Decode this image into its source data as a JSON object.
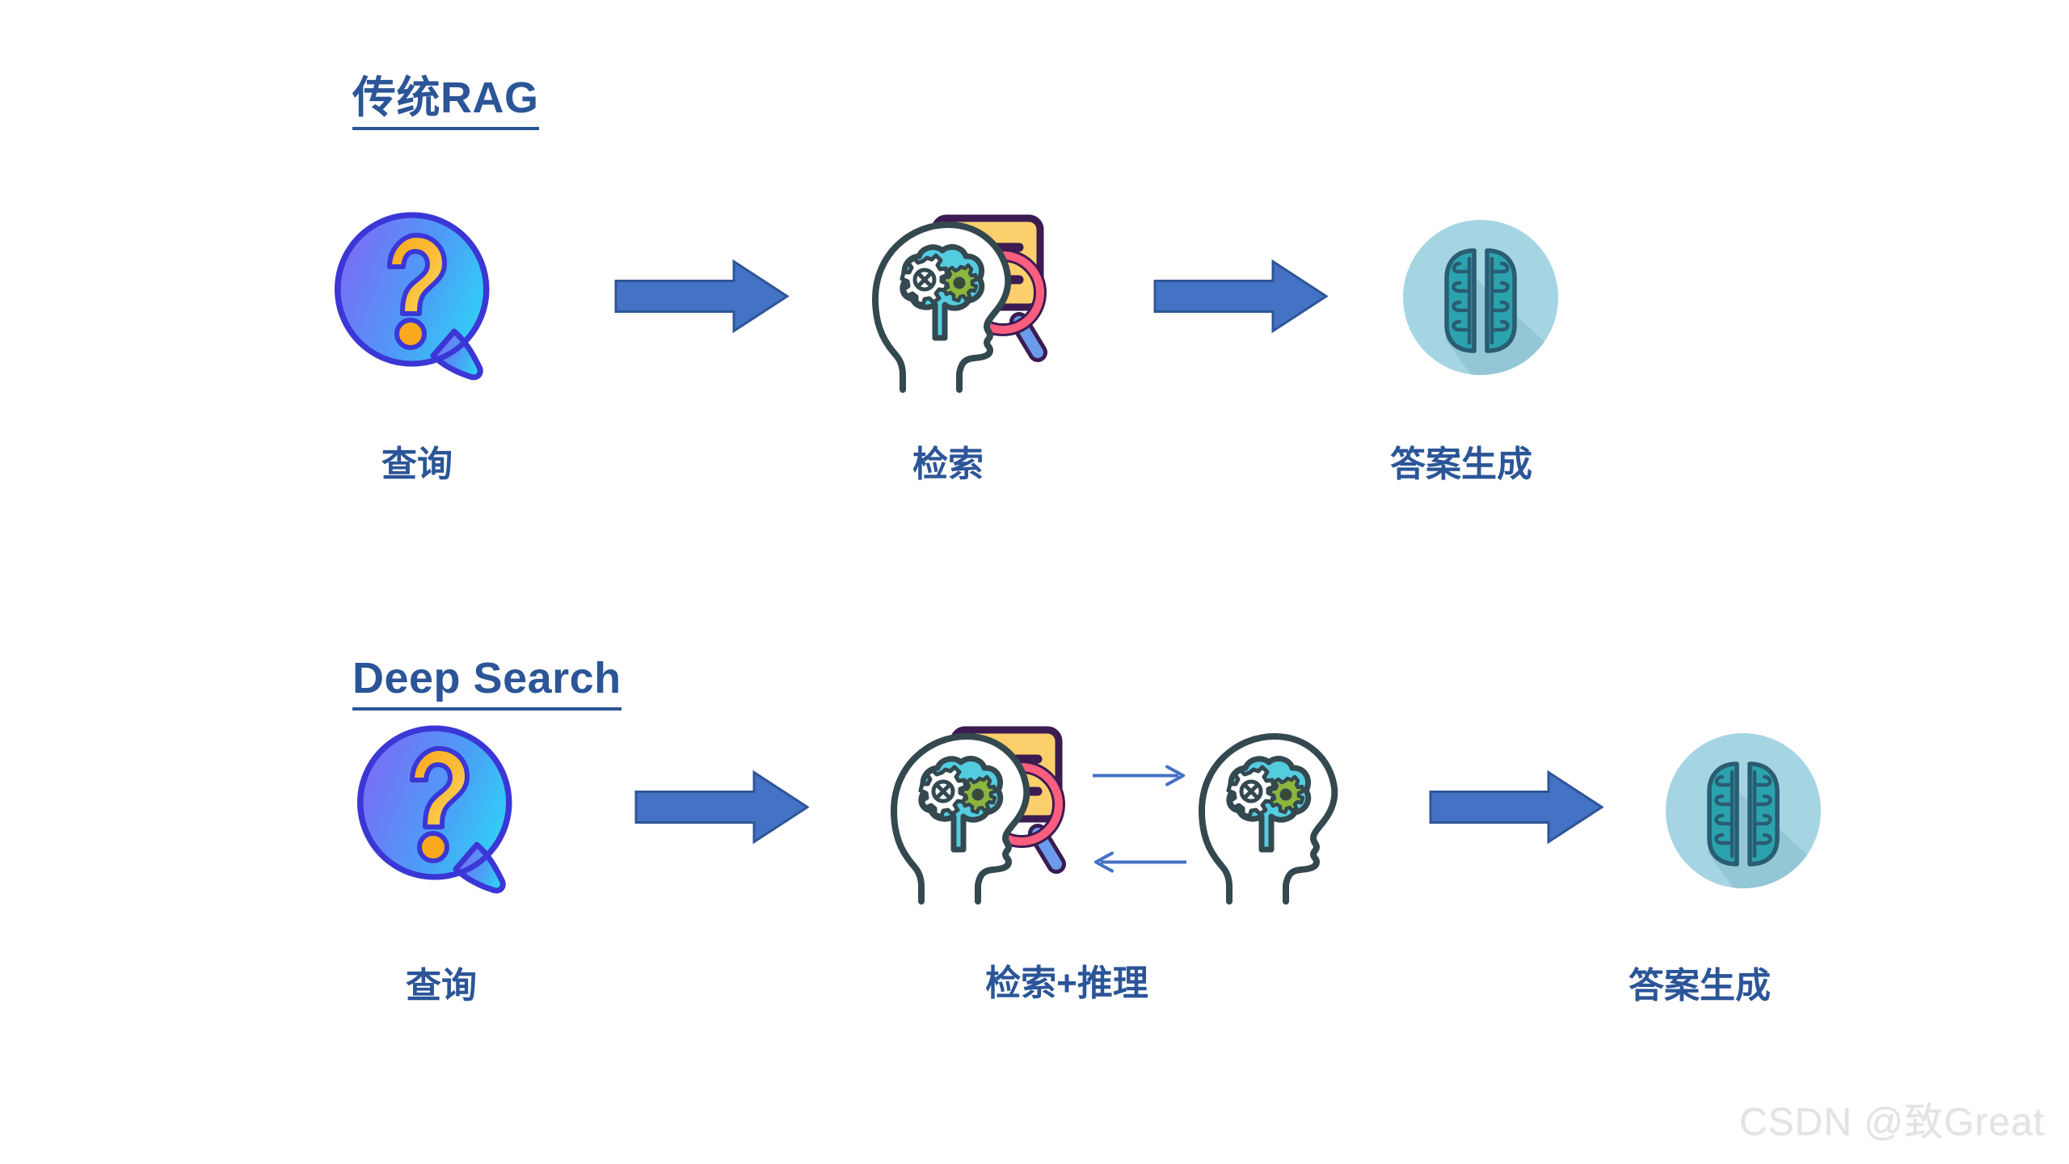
{
  "page": {
    "background": "#ffffff",
    "accent_blue": "#2B5597",
    "arrow_blue": "#4472C4",
    "arrow_blue_stroke": "#2F5597",
    "thin_arrow_blue": "#4472C4"
  },
  "rows": [
    {
      "id": "traditional-rag",
      "title": "传统RAG",
      "stages": [
        {
          "id": "query",
          "label": "查询",
          "icon": "question-bubble-icon"
        },
        {
          "id": "retrieval",
          "label": "检索",
          "icon": "retrieval-head-search-icon"
        },
        {
          "id": "answer",
          "label": "答案生成",
          "icon": "brain-circle-icon"
        }
      ]
    },
    {
      "id": "deep-search",
      "title": "Deep Search",
      "stages": [
        {
          "id": "query",
          "label": "查询",
          "icon": "question-bubble-icon"
        },
        {
          "id": "retrieval-reasoning",
          "label": "检索+推理",
          "icon": "retrieval-head-search-icon"
        },
        {
          "id": "answer",
          "label": "答案生成",
          "icon": "brain-circle-icon"
        }
      ]
    }
  ],
  "icon_colors": {
    "bubble_gradient_start": "#7B6CF6",
    "bubble_gradient_end": "#2FD2F5",
    "bubble_stroke": "#3B37D6",
    "question_mark": "#FBA81C",
    "question_mark_highlight": "#FDE07A",
    "document_card_fill": "#FBCF6B",
    "document_card_stroke": "#3B1B52",
    "magnifier_ring": "#FB5E7E",
    "magnifier_handle": "#6B9BEA",
    "head_outline": "#34484F",
    "brain_fill": "#54CCE0",
    "gear_white": "#FFFFFF",
    "gear_green": "#8CB63C",
    "brain_circle_bg": "#A5D5E2",
    "brain_circle_shadow": "#8FC2D2",
    "brain_fill_flat": "#2BA3AE",
    "brain_stroke_flat": "#2A5C72"
  },
  "watermark": {
    "text": "CSDN @致Great",
    "color": "#E3E3E3"
  }
}
